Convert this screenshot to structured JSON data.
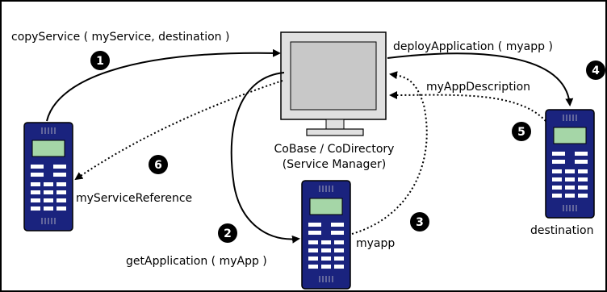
{
  "labels": {
    "copy_service": "copyService ( myService, destination )",
    "deploy_application": "deployApplication ( myapp )",
    "my_app_description": "myAppDescription",
    "manager_line1": "CoBase / CoDirectory",
    "manager_line2": "(Service Manager)",
    "my_service_reference": "myServiceReference",
    "get_application": "getApplication ( myApp )",
    "myapp": "myapp",
    "destination": "destination"
  },
  "steps": [
    "1",
    "2",
    "3",
    "4",
    "5",
    "6"
  ],
  "colors": {
    "phone_body": "#1a237e",
    "phone_screen": "#a5d6a7",
    "monitor_screen": "#c8c8c8",
    "arrow": "#000000"
  }
}
